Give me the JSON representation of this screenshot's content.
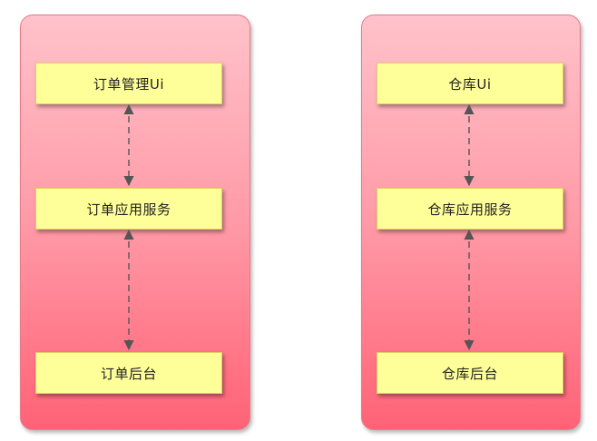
{
  "colors": {
    "panel_top": "#ffc2ca",
    "panel_bottom": "#ff6276",
    "node_fill": "#ffff99",
    "connector": "#555555"
  },
  "left": {
    "top": "订单管理Ui",
    "middle": "订单应用服务",
    "bottom": "订单后台"
  },
  "right": {
    "top": "仓库Ui",
    "middle": "仓库应用服务",
    "bottom": "仓库后台"
  }
}
